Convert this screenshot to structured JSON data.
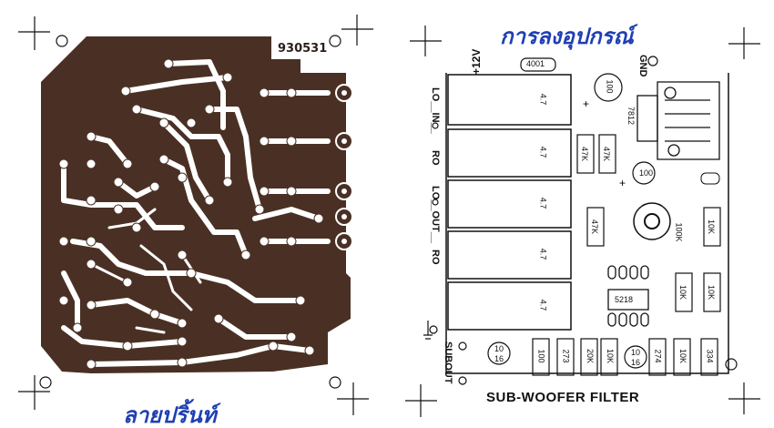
{
  "titles": {
    "layout_title": "การลงอุปกรณ์",
    "pcb_title": "ลายปริ้นท์",
    "board_code": "930531",
    "circuit_name": "SUB-WOOFER FILTER"
  },
  "connectors": {
    "power": "+12V",
    "ground": "GND",
    "lo_in": "LO__IN__",
    "ro_in": "RO",
    "lo_out": "LO__OUT__",
    "ro_out": "RO",
    "sub_out": "SUBOUT"
  },
  "components": {
    "cap_4001": "4001",
    "cap_100_top": "100",
    "regulator": "7812",
    "cap_100_mid": "100",
    "cap_47_1": "4.7",
    "cap_47_2": "4.7",
    "cap_47_3": "4.7",
    "cap_47_4": "4.7",
    "cap_47_5": "4.7",
    "r_47k_1": "47K",
    "r_47k_2": "47K",
    "r_47k_3": "47K",
    "pot_100k": "100K",
    "r_10k_top": "10K",
    "ic_5218": "5218",
    "r_10k_mid1": "10K",
    "r_10k_mid2": "10K",
    "cap_10_16_a_top": "10",
    "cap_10_16_a_bot": "16",
    "r_100": "100",
    "r_273": "273",
    "r_20k": "20K",
    "r_10k_b1": "10K",
    "cap_10_16_b_top": "10",
    "cap_10_16_b_bot": "16",
    "r_274": "274",
    "r_10k_b2": "10K",
    "r_334": "334"
  },
  "colors": {
    "copper": "#4a3024",
    "copper_light": "#5a3a2c",
    "line": "#111111",
    "title_blue": "#1f3fb3"
  }
}
